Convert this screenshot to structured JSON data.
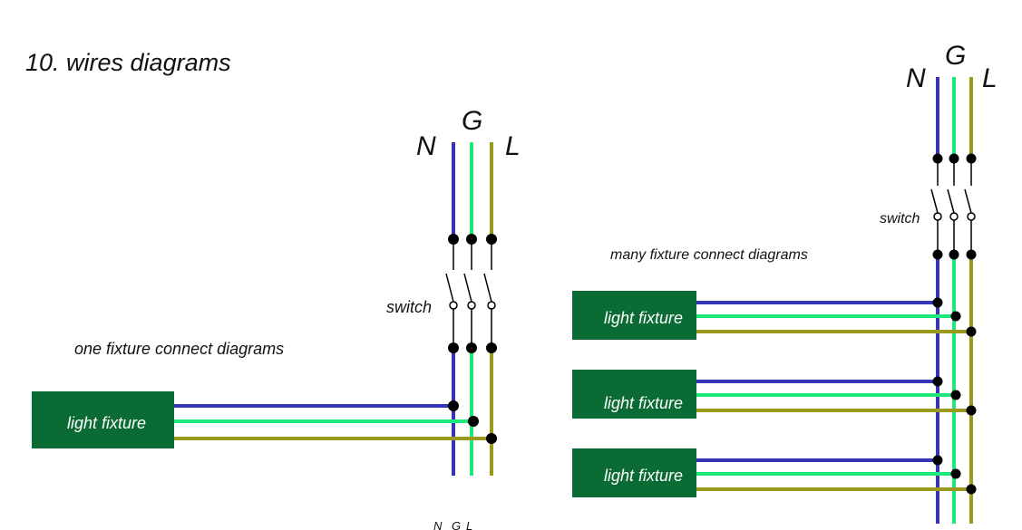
{
  "title": "10. wires diagrams",
  "colors": {
    "neutral": "#3535b5",
    "ground": "#1fe87a",
    "live": "#9a9a1c",
    "fixture": "#0b6b35",
    "dot": "#000000"
  },
  "wire_labels": {
    "neutral": "N",
    "ground": "G",
    "live": "L"
  },
  "one_fixture": {
    "caption": "one fixture connect diagrams",
    "switch_label": "switch",
    "fixture_label": "light fixture"
  },
  "many_fixture": {
    "caption": "many  fixture connect diagrams",
    "switch_label": "switch",
    "fixtures": [
      {
        "label": "light fixture"
      },
      {
        "label": "light fixture"
      },
      {
        "label": "light fixture"
      }
    ]
  },
  "bottom_fragment": {
    "labels": [
      "N",
      "G",
      "L"
    ]
  }
}
